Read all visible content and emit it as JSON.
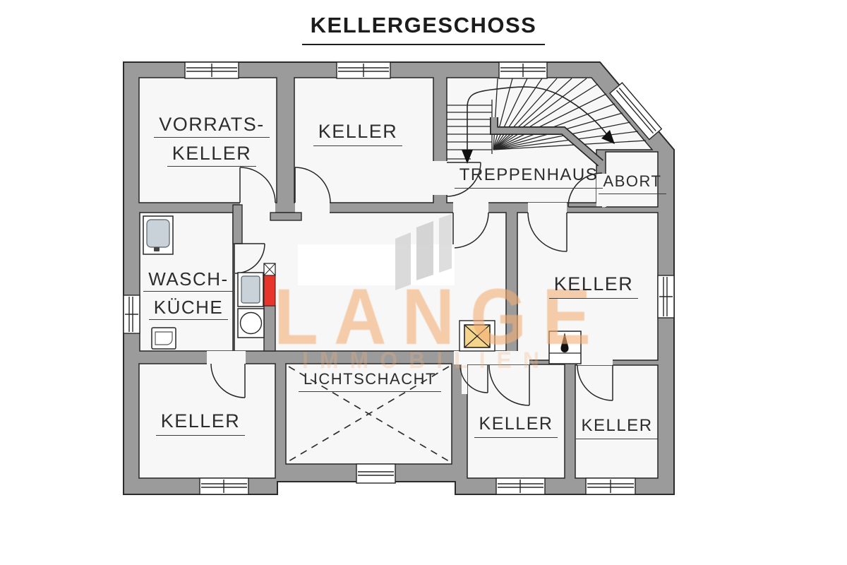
{
  "title": "KELLERGESCHOSS",
  "rooms": {
    "vorratskeller": {
      "line1": "VORRATS-",
      "line2": "KELLER"
    },
    "keller_top": {
      "label": "KELLER"
    },
    "treppenhaus": {
      "label": "TREPPENHAUS"
    },
    "abort": {
      "label": "ABORT"
    },
    "waschkueche": {
      "line1": "WASCH-",
      "line2": "KÜCHE"
    },
    "keller_right": {
      "label": "KELLER"
    },
    "keller_bottom_left": {
      "label": "KELLER"
    },
    "lichtschacht": {
      "label": "LICHTSCHACHT"
    },
    "keller_bottom_mid": {
      "label": "KELLER"
    },
    "keller_bottom_right": {
      "label": "KELLER"
    }
  },
  "watermark": {
    "brand": "LANGE",
    "subtitle": "IMMOBILIEN"
  },
  "colors": {
    "wall_gray": "#9b9b9b",
    "floor": "#f7f7f7",
    "line": "#262626",
    "flue_red": "#e8352b",
    "chimney_yellow": "#f5d48b",
    "fixture_gray": "#c9d2d8",
    "watermark_orange": "#f3af76"
  }
}
